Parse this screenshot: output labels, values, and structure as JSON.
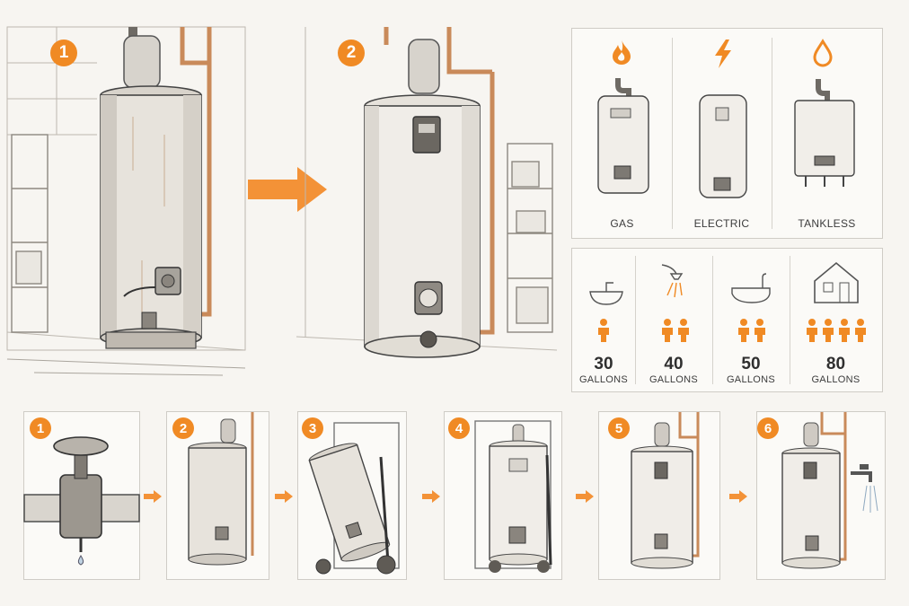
{
  "top": {
    "step1_badge": "1",
    "step2_badge": "2"
  },
  "types": {
    "items": [
      {
        "label": "GAS",
        "icon": "flame-icon"
      },
      {
        "label": "ELECTRIC",
        "icon": "lightning-icon"
      },
      {
        "label": "TANKLESS",
        "icon": "water-drop-icon"
      }
    ]
  },
  "sizes": {
    "items": [
      {
        "number": "30",
        "unit": "GALLONS",
        "icon": "sink-icon",
        "people": 1
      },
      {
        "number": "40",
        "unit": "GALLONS",
        "icon": "shower-icon",
        "people": 2
      },
      {
        "number": "50",
        "unit": "GALLONS",
        "icon": "bathtub-icon",
        "people": 2
      },
      {
        "number": "80",
        "unit": "GALLONS",
        "icon": "house-icon",
        "people": 4
      }
    ]
  },
  "steps": {
    "badges": [
      "1",
      "2",
      "3",
      "4",
      "5",
      "6"
    ]
  },
  "colors": {
    "accent": "#f08a24",
    "line": "#4a4a4a",
    "pipe": "#c98a5a"
  }
}
